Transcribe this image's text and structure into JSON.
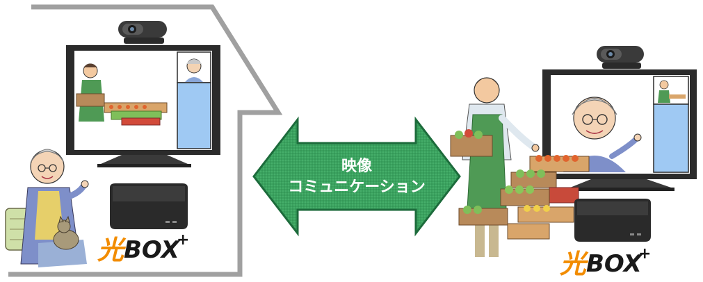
{
  "arrow": {
    "line1": "映像",
    "line2": "コミュニケーション"
  },
  "logo": {
    "kanji": "光",
    "word": "BOX",
    "plus": "+"
  },
  "colors": {
    "arrow_fill": "#3aa35f",
    "arrow_stroke": "#1c6b3b",
    "house_outline": "#a0a0a0",
    "tv_frame": "#2b2b2b",
    "pip_blue": "#9fc9f3",
    "logo_orange": "#f28c00",
    "stb_body": "#2a2a2a"
  },
  "icons": {
    "left_camera": "webcam-icon",
    "right_camera": "webcam-icon",
    "left_stb": "set-top-box-icon",
    "right_stb": "set-top-box-icon",
    "grandma": "elderly-woman-illustration",
    "grocer": "grocer-illustration",
    "cat": "cat-illustration",
    "produce": "vegetable-crates-illustration"
  }
}
